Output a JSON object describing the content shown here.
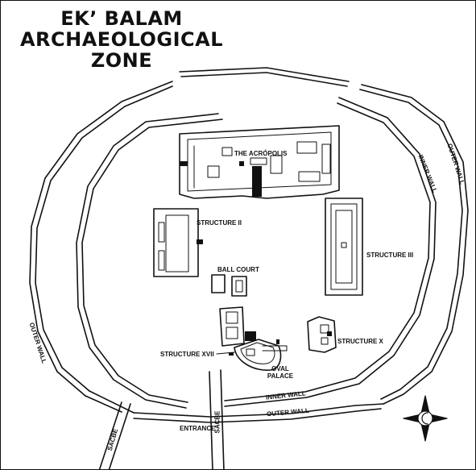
{
  "title": {
    "line1": "EK’ BALAM",
    "line2": "ARCHAEOLOGICAL",
    "line3": "ZONE"
  },
  "labels": {
    "acropolis": "THE ACRÓPOLIS",
    "structure_ii": "STRUCTURE II",
    "structure_iii": "STRUCTURE III",
    "ball_court": "BALL COURT",
    "structure_x": "STRUCTURE X",
    "structure_xvii": "STRUCTURE XVII",
    "oval_palace_1": "OVAL",
    "oval_palace_2": "PALACE",
    "inner_wall_top": "INNER WALL",
    "outer_wall_top": "OUTER WALL",
    "outer_wall_left": "OUTER WALL",
    "inner_wall_bottom": "INNER WALL",
    "outer_wall_bottom": "OUTER WALL",
    "entrance": "ENTRANCE",
    "sacbe_left": "SACBE",
    "sacbe_center": "SACBE"
  },
  "compass": {
    "icon": "compass-rose-icon",
    "north_mark": "north-crescent-icon"
  },
  "colors": {
    "ink": "#111111",
    "paper": "#ffffff"
  }
}
